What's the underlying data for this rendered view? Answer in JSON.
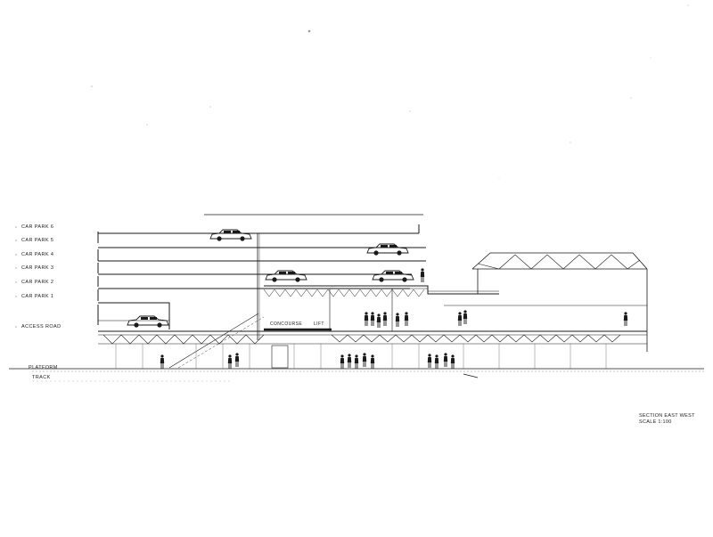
{
  "levels": {
    "car_park_6": "CAR PARK  6",
    "car_park_5": "CAR PARK  5",
    "car_park_4": "CAR PARK  4",
    "car_park_3": "CAR PARK  3",
    "car_park_2": "CAR PARK  2",
    "car_park_1": "CAR PARK  1",
    "access_road": "ACCESS ROAD",
    "platform": "PLATFORM",
    "track": "TRACK"
  },
  "annotations": {
    "concourse": "CONCOURSE",
    "lift": "LIFT"
  },
  "title_block": {
    "title": "SECTION EAST WEST",
    "scale": "SCALE  1:100"
  },
  "colors": {
    "ink": "#1a1a1a",
    "paper": "#ffffff"
  }
}
